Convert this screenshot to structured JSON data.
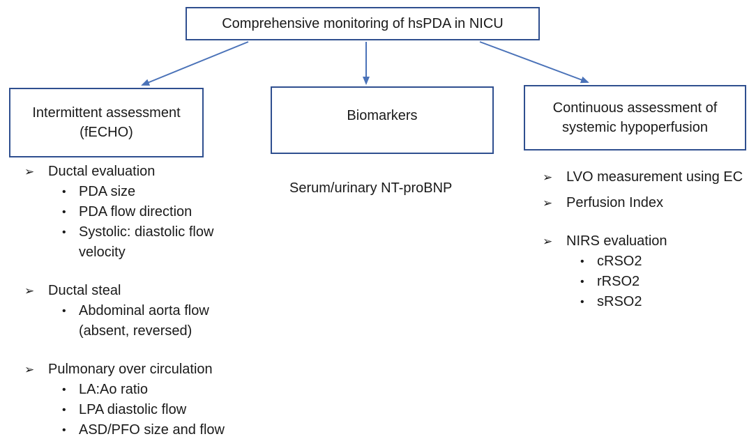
{
  "top": {
    "label": "Comprehensive monitoring of hsPDA in NICU"
  },
  "boxes": {
    "left": {
      "label": "Intermittent assessment\n(fECHO)"
    },
    "middle": {
      "label": "Biomarkers"
    },
    "right": {
      "label": "Continuous assessment of\nsystemic hypoperfusion"
    }
  },
  "left_items": [
    {
      "label": "Ductal evaluation",
      "subs": [
        "PDA size",
        "PDA flow direction",
        "Systolic: diastolic flow\nvelocity"
      ]
    },
    {
      "label": "Ductal steal",
      "subs": [
        "Abdominal aorta flow\n(absent, reversed)"
      ]
    },
    {
      "label": "Pulmonary over circulation",
      "subs": [
        "LA:Ao ratio",
        "LPA diastolic flow",
        "ASD/PFO size and flow"
      ]
    }
  ],
  "middle_item": "Serum/urinary NT-proBNP",
  "right_items": [
    {
      "label": "LVO measurement using EC"
    },
    {
      "label": "Perfusion Index"
    },
    {
      "label": "NIRS evaluation",
      "subs": [
        "cRSO2",
        "rRSO2",
        "sRSO2"
      ]
    }
  ],
  "colors": {
    "box_border": "#2f4f8f",
    "arrow": "#4a72b8"
  },
  "icons": {
    "main_bullet": "arrowhead-bullet-icon",
    "sub_bullet": "dot-bullet-icon"
  }
}
